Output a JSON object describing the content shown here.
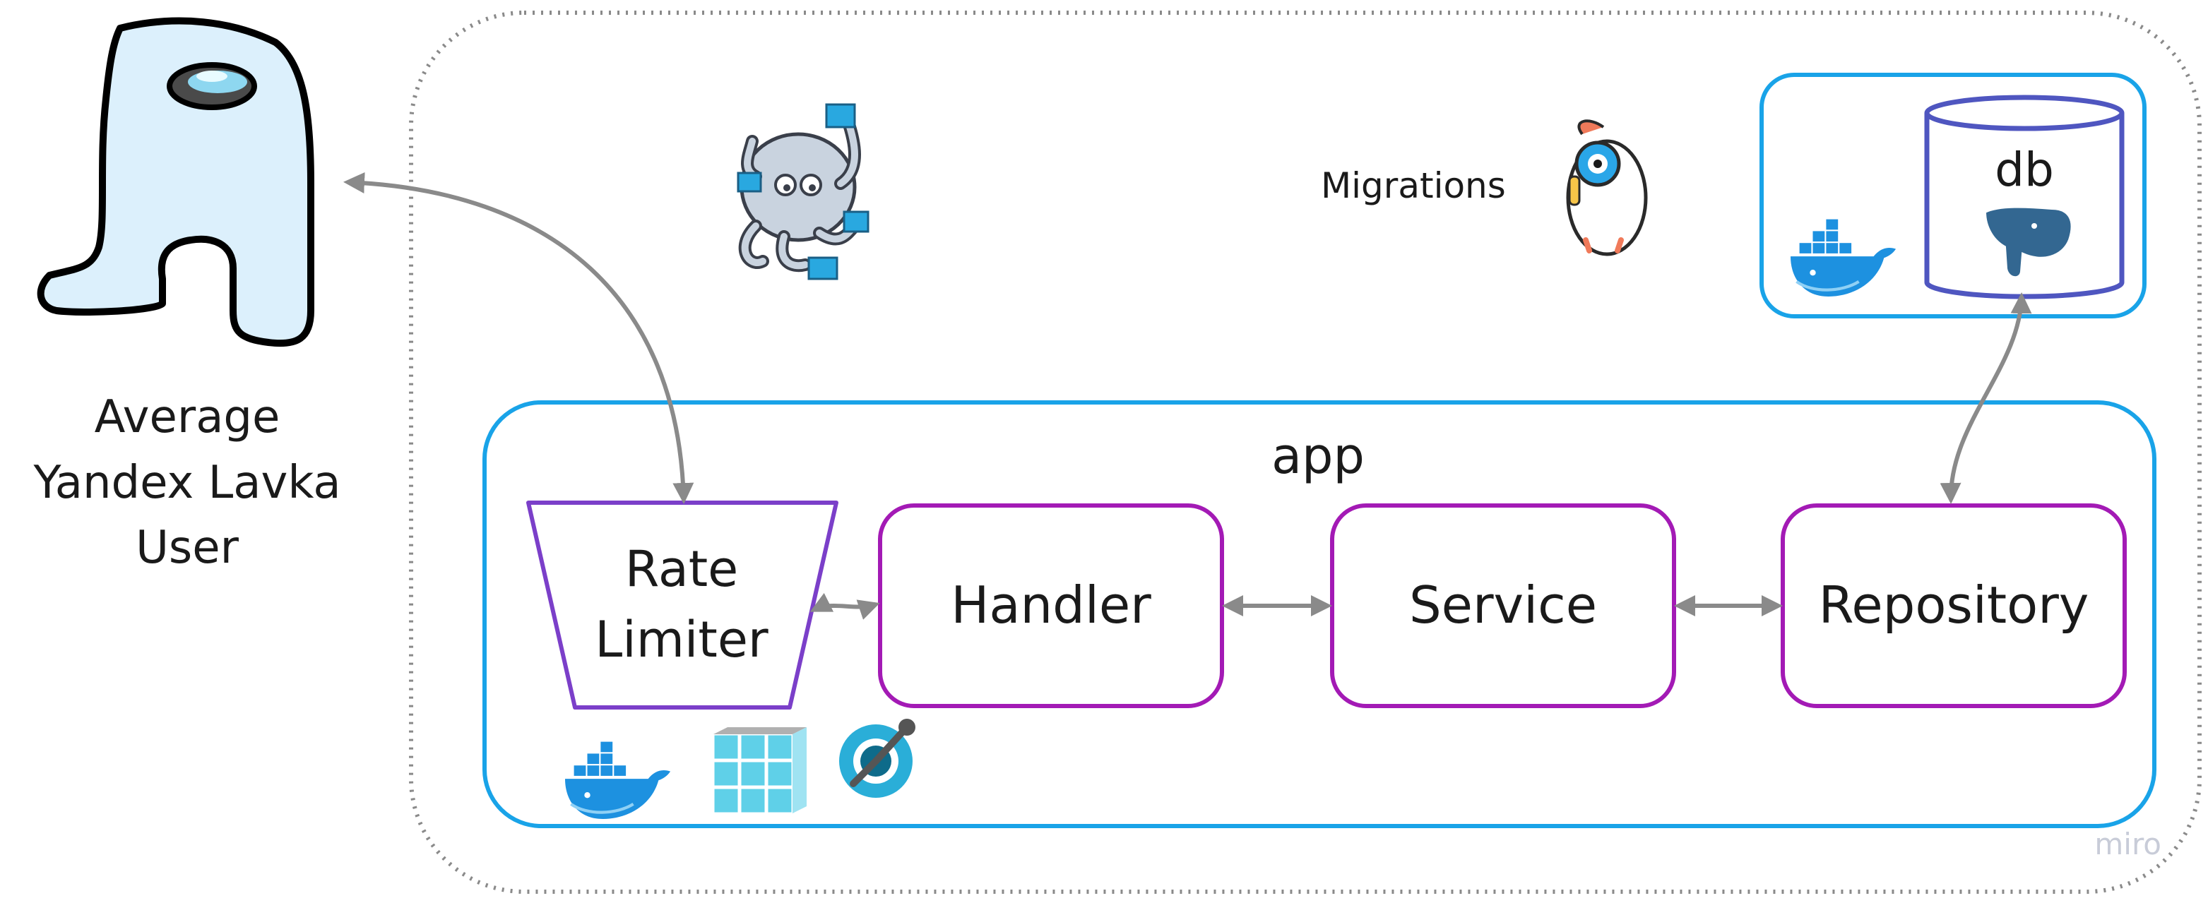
{
  "user": {
    "label_line1": "Average",
    "label_line2": "Yandex Lavka",
    "label_line3": "User"
  },
  "labels": {
    "migrations": "Migrations",
    "db": "db",
    "app": "app",
    "rate_limiter_line1": "Rate",
    "rate_limiter_line2": "Limiter",
    "handler": "Handler",
    "service": "Service",
    "repository": "Repository",
    "watermark": "miro"
  },
  "icons": {
    "user": "among-us-crewmate-icon",
    "orchestrator": "docker-compose-octopus-icon",
    "migrations": "goose-migrations-icon",
    "db_container": "docker-whale-icon",
    "db_engine": "postgresql-elephant-icon",
    "app_container": "docker-whale-icon",
    "cache": "redis-cube-icon",
    "api_tool": "swagger-openapi-icon"
  },
  "colors": {
    "container_border": "#19a3e8",
    "component_border": "#a31ab5",
    "rate_limiter_border": "#7b3fc9",
    "db_cylinder": "#4f56c0",
    "arrow": "#8a8a8a",
    "dotted_boundary": "#8a8a8a",
    "docker_blue": "#1d91e0"
  }
}
